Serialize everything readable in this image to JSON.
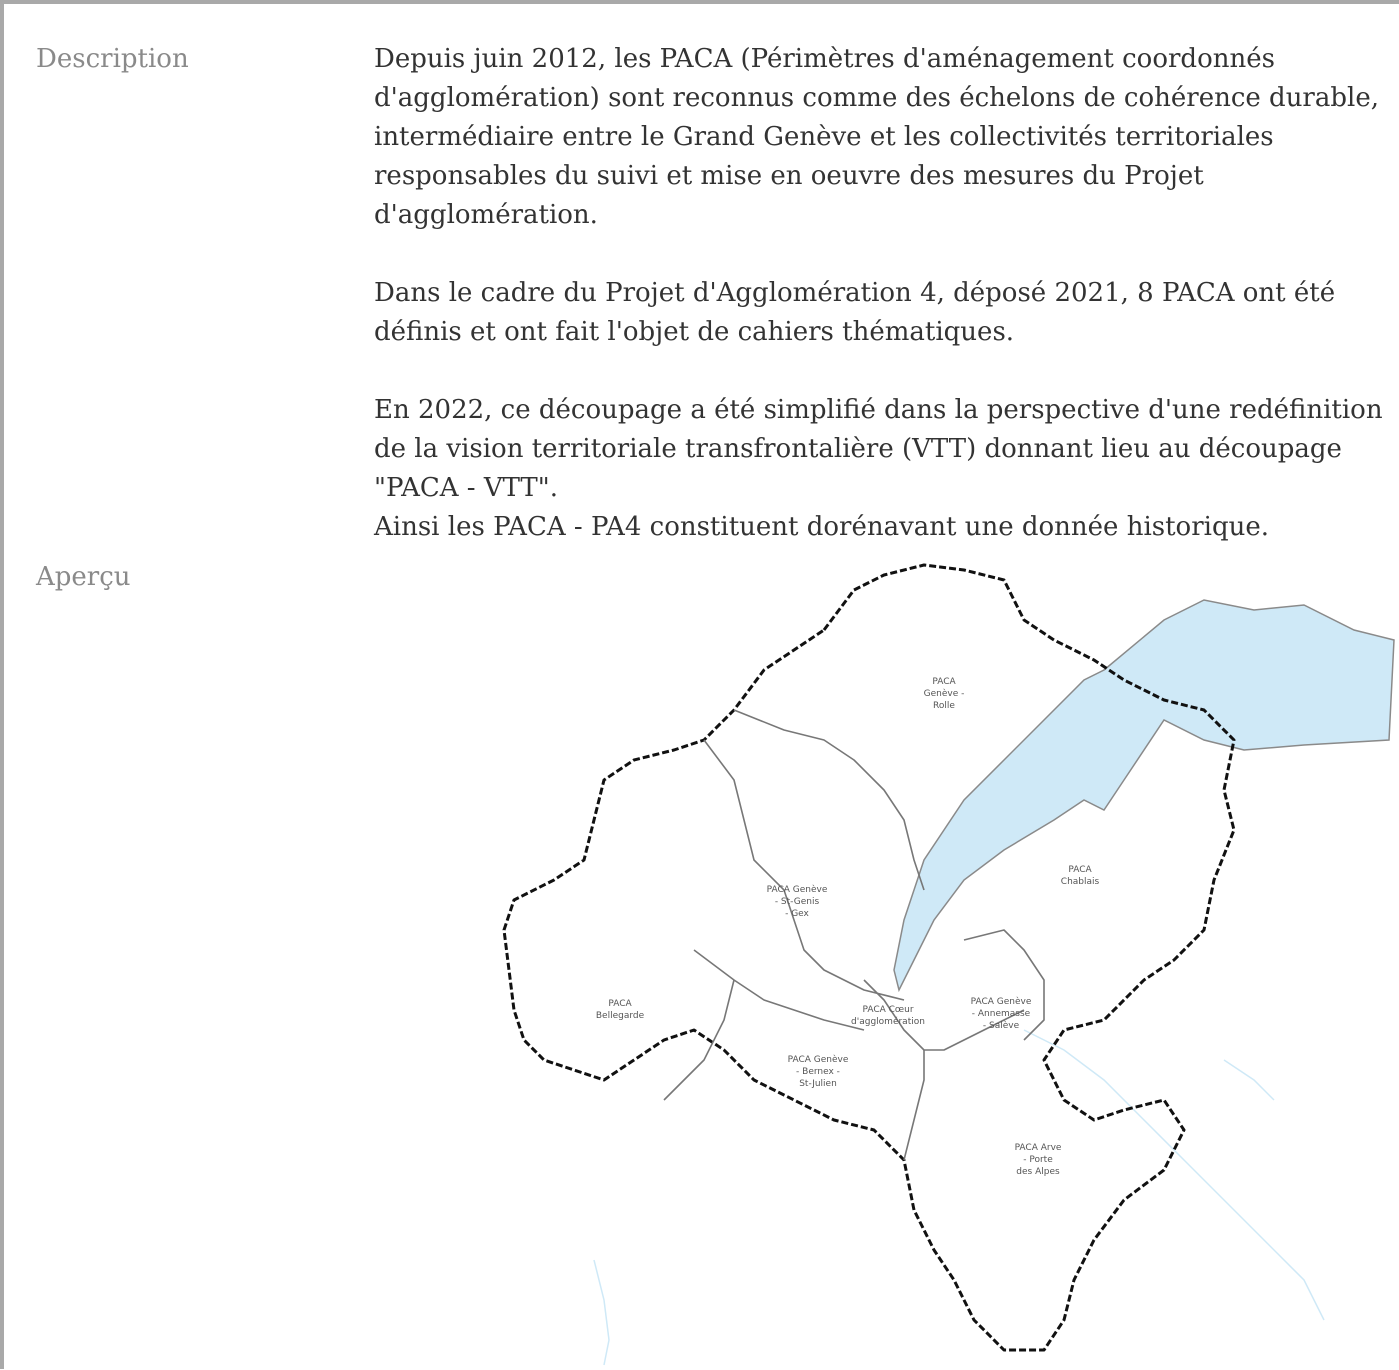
{
  "labels": {
    "description": "Description",
    "apercu": "Aperçu"
  },
  "description": {
    "p1": "Depuis juin 2012, les PACA (Périmètres d'aménagement coordonnés d'agglomération) sont reconnus comme des échelons de cohérence durable, intermédiaire entre le Grand Genève et les collectivités territoriales responsables du suivi et mise en oeuvre des mesures du Projet d'agglomération.",
    "p2": "Dans le cadre du Projet d'Agglomération 4, déposé 2021, 8 PACA ont été définis et ont fait l'objet de cahiers thématiques.",
    "p3": "En 2022, ce découpage a été simplifié dans la perspective d'une redéfinition de la vision territoriale transfrontalière (VTT) donnant lieu au découpage \"PACA - VTT\".",
    "p4": "Ainsi les PACA - PA4 constituent dorénavant une donnée historique."
  },
  "map": {
    "colors": {
      "lake": "#cfe9f7",
      "outline": "#111111",
      "inner": "#777777"
    },
    "regions": {
      "rolle": [
        "PACA",
        "Genève -",
        "Rolle"
      ],
      "chablais": [
        "PACA",
        "Chablais"
      ],
      "gex": [
        "PACA Genève",
        "- St-Genis",
        "- Gex"
      ],
      "bellegarde": [
        "PACA",
        "Bellegarde"
      ],
      "coeur": [
        "PACA Cœur",
        "d'agglomération"
      ],
      "annemasse": [
        "PACA Genève",
        "- Annemasse",
        "- Salève"
      ],
      "bernex": [
        "PACA Genève",
        "- Bernex -",
        "St-Julien"
      ],
      "arve": [
        "PACA Arve",
        "- Porte",
        "des Alpes"
      ]
    }
  }
}
